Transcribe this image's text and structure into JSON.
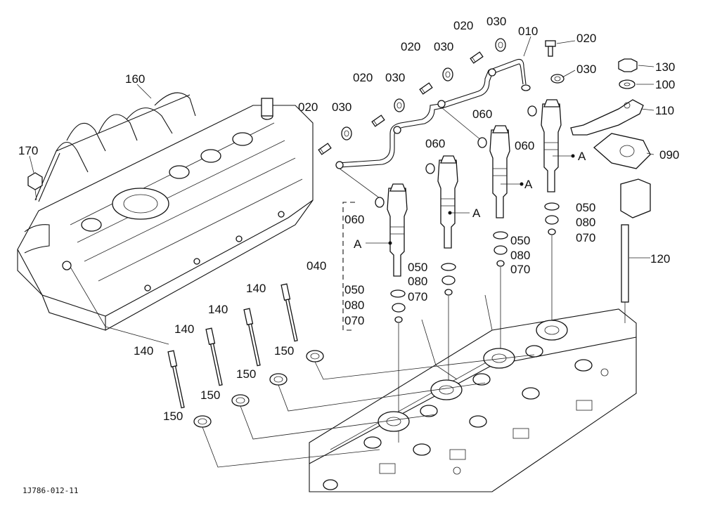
{
  "diagram": {
    "reference_code": "1J786-012-11",
    "callouts": [
      {
        "id": "c160",
        "text": "160"
      },
      {
        "id": "c170",
        "text": "170"
      },
      {
        "id": "c020a",
        "text": "020"
      },
      {
        "id": "c030a",
        "text": "030"
      },
      {
        "id": "c020b",
        "text": "020"
      },
      {
        "id": "c030b",
        "text": "030"
      },
      {
        "id": "c020c",
        "text": "020"
      },
      {
        "id": "c030c",
        "text": "030"
      },
      {
        "id": "c020d",
        "text": "020"
      },
      {
        "id": "c030d",
        "text": "030"
      },
      {
        "id": "c010",
        "text": "010"
      },
      {
        "id": "c020e",
        "text": "020"
      },
      {
        "id": "c030e",
        "text": "030"
      },
      {
        "id": "c130",
        "text": "130"
      },
      {
        "id": "c100",
        "text": "100"
      },
      {
        "id": "c110",
        "text": "110"
      },
      {
        "id": "c090",
        "text": "090"
      },
      {
        "id": "c060a",
        "text": "060"
      },
      {
        "id": "c060b",
        "text": "060"
      },
      {
        "id": "c060c",
        "text": "060"
      },
      {
        "id": "c060d",
        "text": "060"
      },
      {
        "id": "cA1",
        "text": "A"
      },
      {
        "id": "cA2",
        "text": "A"
      },
      {
        "id": "cA3",
        "text": "A"
      },
      {
        "id": "cA4",
        "text": "A"
      },
      {
        "id": "c050a",
        "text": "050"
      },
      {
        "id": "c080a",
        "text": "080"
      },
      {
        "id": "c070a",
        "text": "070"
      },
      {
        "id": "c050b",
        "text": "050"
      },
      {
        "id": "c080b",
        "text": "080"
      },
      {
        "id": "c070b",
        "text": "070"
      },
      {
        "id": "c050c",
        "text": "050"
      },
      {
        "id": "c080c",
        "text": "080"
      },
      {
        "id": "c070c",
        "text": "070"
      },
      {
        "id": "c050d",
        "text": "050"
      },
      {
        "id": "c080d",
        "text": "080"
      },
      {
        "id": "c070d",
        "text": "070"
      },
      {
        "id": "c040",
        "text": "040"
      },
      {
        "id": "c120",
        "text": "120"
      },
      {
        "id": "c140a",
        "text": "140"
      },
      {
        "id": "c140b",
        "text": "140"
      },
      {
        "id": "c140c",
        "text": "140"
      },
      {
        "id": "c140d",
        "text": "140"
      },
      {
        "id": "c150a",
        "text": "150"
      },
      {
        "id": "c150b",
        "text": "150"
      },
      {
        "id": "c150c",
        "text": "150"
      },
      {
        "id": "c150d",
        "text": "150"
      }
    ]
  }
}
